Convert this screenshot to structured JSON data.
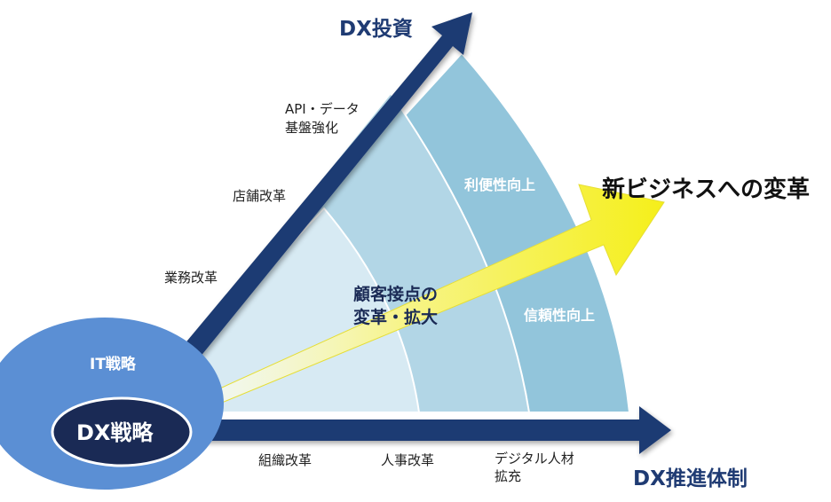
{
  "axes": {
    "investment": {
      "title": "DX投資",
      "items": [
        "業務改革",
        "店舗改革",
        "API・データ",
        "基盤強化"
      ]
    },
    "structure": {
      "title": "DX推進体制",
      "items": [
        "組織改革",
        "人事改革",
        "デジタル人材",
        "拡充"
      ]
    }
  },
  "zones": {
    "inner_line1": "顧客接点の",
    "inner_line2": "変革・拡大",
    "middle": "信頼性向上",
    "outer": "利便性向上"
  },
  "goal": "新ビジネスへの変革",
  "strategy": {
    "it": "IT戦略",
    "dx": "DX戦略"
  },
  "colors": {
    "axis_navy": "#1f3b73",
    "zone_inner": "#d7eaf3",
    "zone_middle": "#b2d6e6",
    "zone_outer": "#92c5db",
    "arrow_yellow": "#f5ef1a",
    "it_ellipse": "#5b8fd4",
    "dx_ellipse": "#1a2a55"
  }
}
